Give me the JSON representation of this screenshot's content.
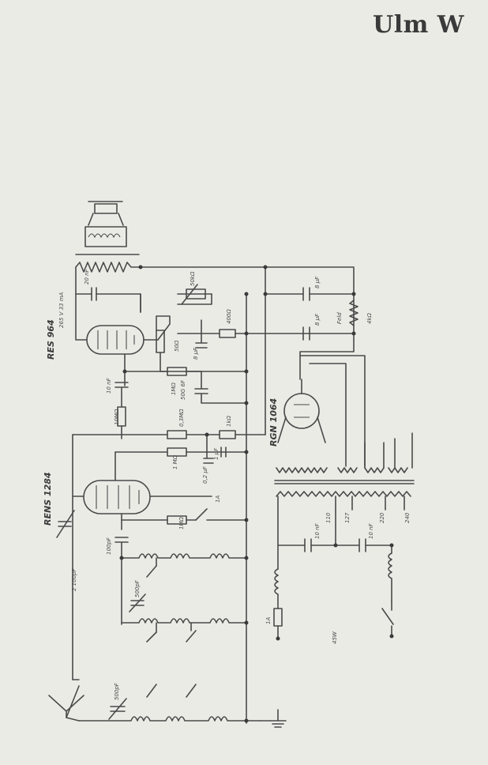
{
  "title": "Ulm W",
  "tubes": {
    "output": "RES 964",
    "detector": "RENS 1284",
    "rectifier": "RGN 1064"
  },
  "labels": {
    "operating_point": "265 V 33 mA",
    "c_speaker": "20 nF",
    "pot_volume": "50kΩ",
    "c_filter_top": "8 μF",
    "field": "Feld",
    "field_value": "4kΩ",
    "r_400": "400Ω",
    "c_filter_mid": "8 μF",
    "r_cathode": "50Ω",
    "c_cathode": "8 μF",
    "r_1m_a": "1MΩ",
    "c_50g": "50G 6F",
    "c_10nf": "10 nF",
    "r_10m": "10MΩ",
    "r_03m": "0,3MΩ",
    "r_1k": "1kΩ",
    "r_1m_b": "1 MΩ",
    "c_1uf": "1 μF",
    "c_02uf": "0,2 μF",
    "r_1m_c": "1MΩ",
    "sw_1a": "1A",
    "c_100pf": "100pF",
    "c_2100pf": "2 100pF",
    "c_500pf_mid": "500pF",
    "c_500pf_ant": "500pF",
    "fuse": "1A",
    "power": "45W",
    "c_mains_1": "10 nF",
    "c_mains_2": "10 nF",
    "tap_110": "110",
    "tap_127": "127",
    "tap_220": "220",
    "tap_240": "240"
  }
}
